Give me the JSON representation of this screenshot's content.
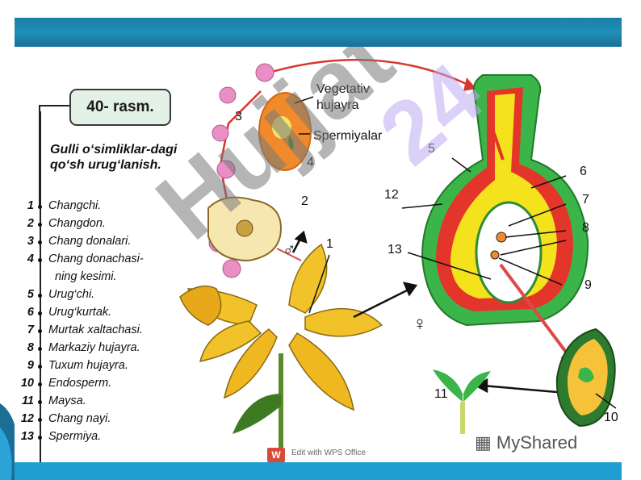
{
  "figure": {
    "number_label": "40- rasm.",
    "title": "Gulli o‘simliklar-dagi qo‘sh urug‘lanish."
  },
  "legend": [
    {
      "num": "1",
      "text": "Changchi."
    },
    {
      "num": "2",
      "text": "Changdon."
    },
    {
      "num": "3",
      "text": "Chang donalari."
    },
    {
      "num": "4",
      "text": "Chang donachasi-"
    },
    {
      "num": "",
      "text": "ning kesimi."
    },
    {
      "num": "5",
      "text": "Urug‘chi."
    },
    {
      "num": "6",
      "text": "Urug‘kurtak."
    },
    {
      "num": "7",
      "text": "Murtak xaltachasi."
    },
    {
      "num": "8",
      "text": "Markaziy hujayra."
    },
    {
      "num": "9",
      "text": "Tuxum hujayra."
    },
    {
      "num": "10",
      "text": "Endosperm."
    },
    {
      "num": "11",
      "text": "Maysa."
    },
    {
      "num": "12",
      "text": "Chang nayi."
    },
    {
      "num": "13",
      "text": "Spermiya."
    }
  ],
  "diagram_labels": {
    "vegetativ": "Vegetativ",
    "hujayra": "hujayra",
    "spermiyalar": "Spermiyalar",
    "n1": "1",
    "n2": "2",
    "n3": "3",
    "n4": "4",
    "n5": "5",
    "n6": "6",
    "n7": "7",
    "n8": "8",
    "n9": "9",
    "n10": "10",
    "n11": "11",
    "n12": "12",
    "n13": "13",
    "male": "♂",
    "female": "♀"
  },
  "watermark": {
    "text": "Hujjat",
    "number": "24"
  },
  "footer": {
    "logo": "MyShared",
    "wps_mark": "W",
    "wps_text": "Edit with WPS Office"
  },
  "colors": {
    "header": "#1f8fb9",
    "footer": "#1f9ed3",
    "ovary_green": "#3bb54a",
    "ovary_red": "#e4352a",
    "ovary_yellow": "#f4e21c",
    "pollen": "#e98fc6",
    "lily": "#f2c22a"
  }
}
